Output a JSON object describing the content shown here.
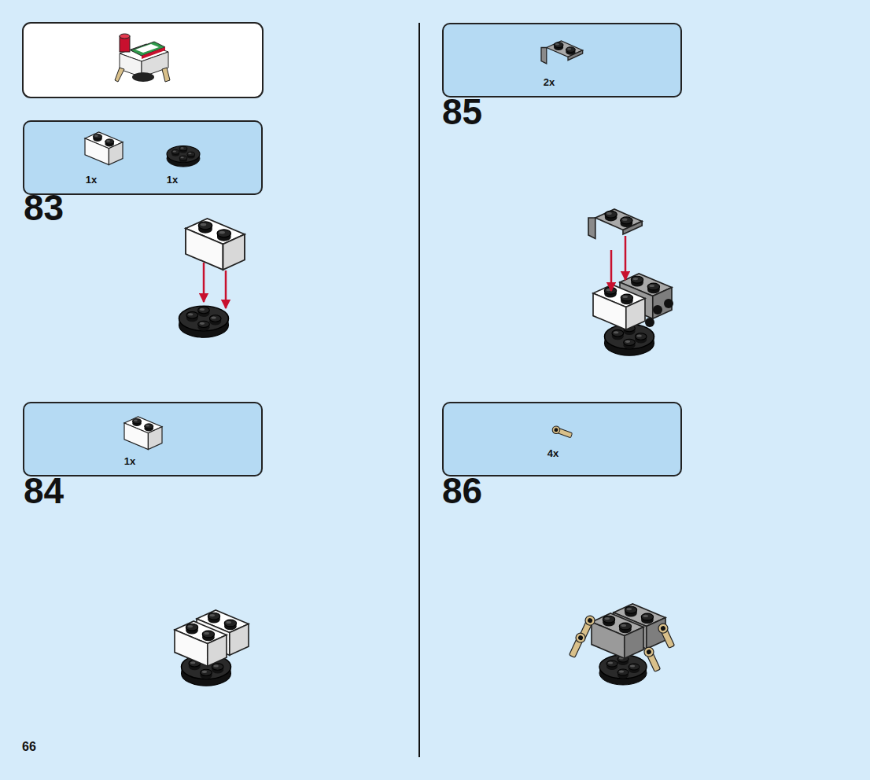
{
  "diagram": {
    "nodes": [
      {
        "text": [
          "1x",
          "1x"
        ]
      },
      {
        "text": [
          "1x"
        ]
      },
      {
        "text": [
          "2x"
        ]
      },
      {
        "text": [
          "4x"
        ]
      }
    ],
    "labels": [
      "83",
      "84",
      "85",
      "86",
      "66"
    ]
  }
}
